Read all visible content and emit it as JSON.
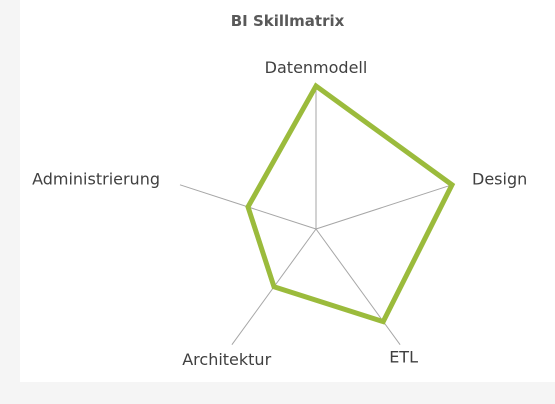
{
  "chart_data": {
    "type": "radar",
    "title": "BI Skillmatrix",
    "categories": [
      "Datenmodell",
      "Design",
      "ETL",
      "Architektur",
      "Administrierung"
    ],
    "series": [
      {
        "values": [
          10,
          10,
          8,
          5,
          5
        ],
        "color": "#9bbb3c"
      }
    ],
    "ylim": [
      0,
      10
    ],
    "grid": "spokes-only",
    "legend": "none"
  }
}
